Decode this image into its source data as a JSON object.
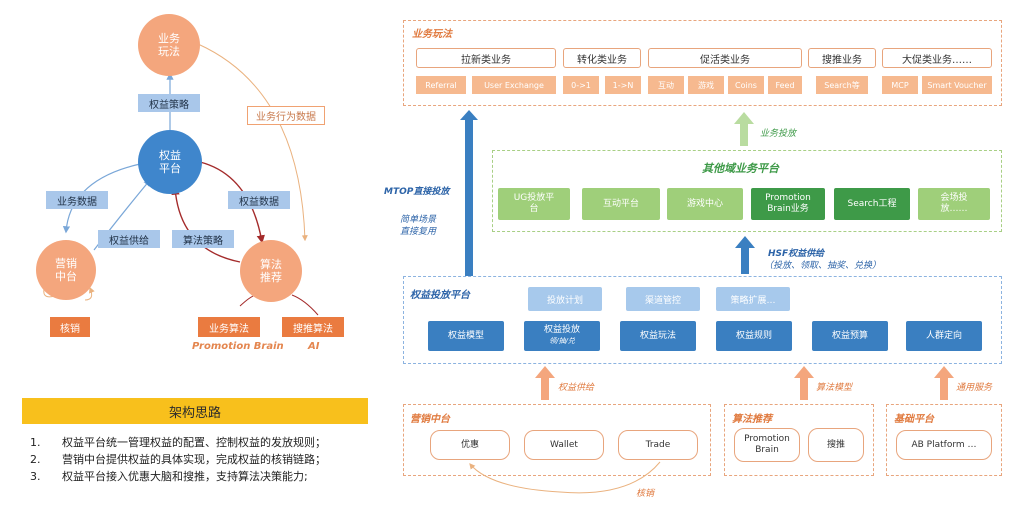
{
  "left": {
    "nodes": {
      "business_play": "业务\n玩法",
      "rights_platform": "权益\n平台",
      "marketing_center": "营销\n中台",
      "algo_recommend": "算法\n推荐"
    },
    "labels": {
      "rights_strategy": "权益策略",
      "business_behavior_data": "业务行为数据",
      "business_data": "业务数据",
      "rights_data": "权益数据",
      "rights_supply": "权益供给",
      "algo_strategy": "算法策略"
    },
    "bottom_boxes": {
      "writeoff": "核销",
      "business_algo": "业务算法",
      "search_algo": "搜推算法"
    },
    "brands": {
      "promotion_brain": "Promotion Brain",
      "ai": "AI"
    }
  },
  "notes": {
    "title": "架构思路",
    "items": [
      {
        "num": "1.",
        "text": "权益平台统一管理权益的配置、控制权益的发放规则；"
      },
      {
        "num": "2.",
        "text": "营销中台提供权益的具体实现，完成权益的核销链路；"
      },
      {
        "num": "3.",
        "text": "权益平台接入优惠大脑和搜推，支持算法决策能力;"
      }
    ]
  },
  "right": {
    "business_play": {
      "title": "业务玩法",
      "categories": [
        "拉新类业务",
        "转化类业务",
        "促活类业务",
        "搜推业务",
        "大促类业务……"
      ],
      "pills": [
        "Referral",
        "User Exchange",
        "0->1",
        "1->N",
        "互动",
        "游戏",
        "Coins",
        "Feed",
        "Search等",
        "MCP",
        "Smart Voucher"
      ]
    },
    "other_platforms": {
      "title": "其他域业务平台",
      "items": [
        "UG投放平\n台",
        "互动平台",
        "游戏中心",
        "Promotion\nBrain业务",
        "Search工程",
        "会场投\n放……"
      ]
    },
    "rights_platform": {
      "title": "权益投放平台",
      "top_items": [
        "投放计划",
        "渠道管控",
        "策略扩展…"
      ],
      "bottom_items": [
        {
          "label": "权益模型",
          "sub": ""
        },
        {
          "label": "权益投放",
          "sub": "领/抽/兑"
        },
        {
          "label": "权益玩法",
          "sub": ""
        },
        {
          "label": "权益规则",
          "sub": ""
        },
        {
          "label": "权益预算",
          "sub": ""
        },
        {
          "label": "人群定向",
          "sub": ""
        }
      ]
    },
    "marketing_center": {
      "title": "营销中台",
      "items": [
        "优惠",
        "Wallet",
        "Trade"
      ],
      "writeoff": "核销"
    },
    "algo": {
      "title": "算法推荐",
      "items": [
        "Promotion\nBrain",
        "搜推"
      ]
    },
    "base": {
      "title": "基础平台",
      "items": [
        "AB Platform …"
      ]
    },
    "arrow_labels": {
      "business_deliver": "业务投放",
      "mtop": "MTOP直接投放",
      "simple_scene_1": "简单场景",
      "simple_scene_2": "直接复用",
      "hsf_1": "HSF权益供给",
      "hsf_2": "（投放、领取、抽奖、兑换）",
      "rights_supply": "权益供给",
      "algo_model": "算法模型",
      "general_service": "通用服务"
    }
  },
  "colors": {
    "orange": "#f4a67d",
    "blue": "#3f86cc",
    "green": "#3e9a48",
    "yellow": "#f8c01c"
  }
}
